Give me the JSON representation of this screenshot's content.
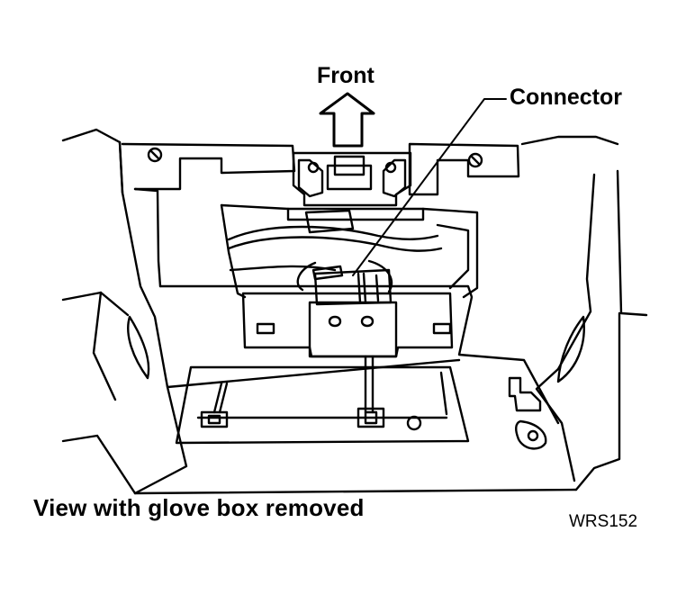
{
  "labels": {
    "front": "Front",
    "connector": "Connector"
  },
  "caption": "View with glove box removed",
  "figure_id": "WRS152"
}
